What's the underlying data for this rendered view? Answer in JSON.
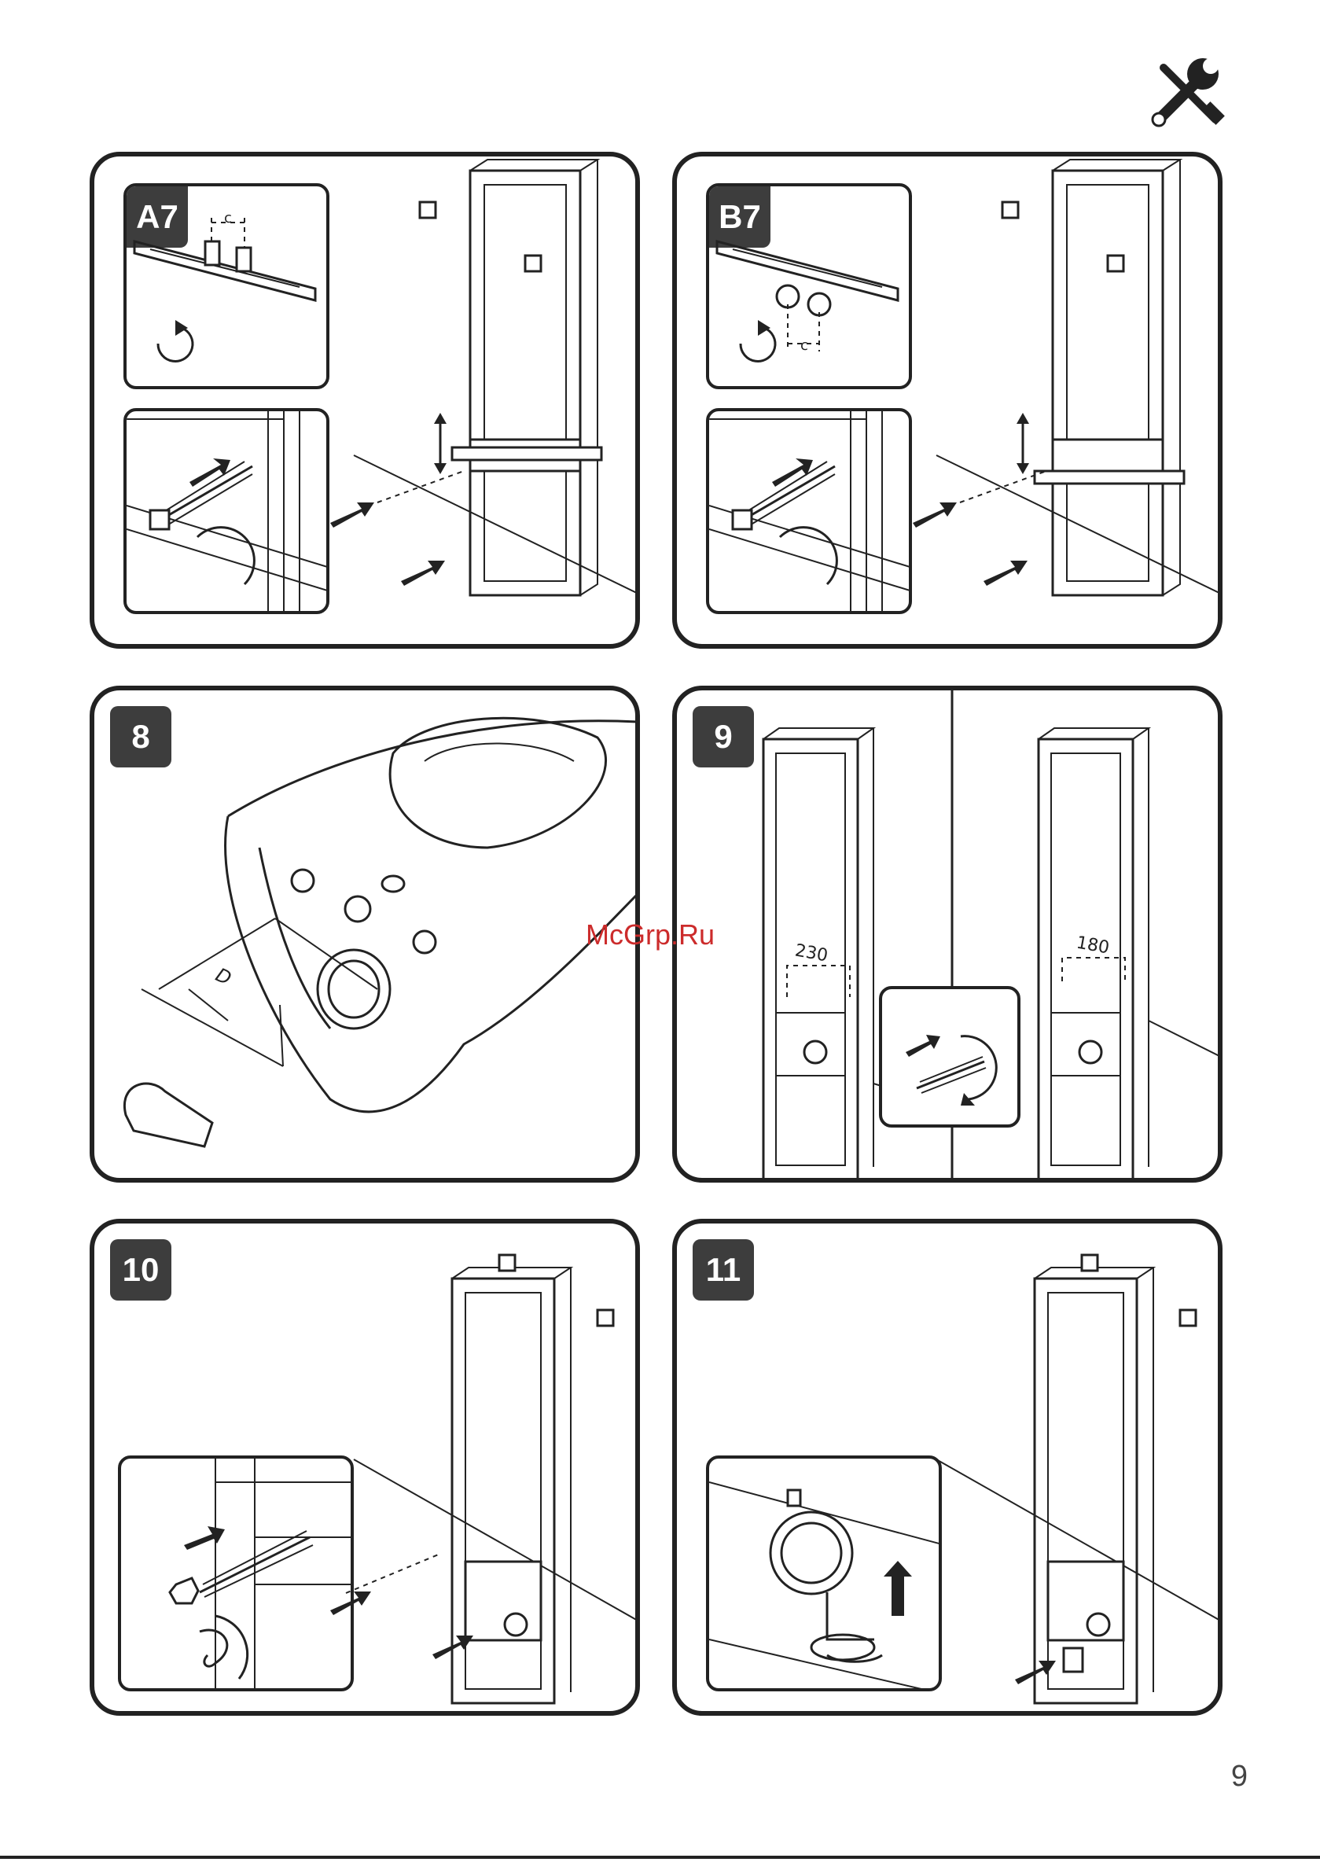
{
  "header": {
    "icon": "tools-icon"
  },
  "steps": [
    {
      "id": "A7",
      "label": "A7",
      "dimension": "c"
    },
    {
      "id": "B7",
      "label": "B7",
      "dimension": "c"
    },
    {
      "id": "8",
      "label": "8",
      "dimension": "D"
    },
    {
      "id": "9",
      "label": "9",
      "dim_left": "230",
      "dim_right": "180"
    },
    {
      "id": "10",
      "label": "10"
    },
    {
      "id": "11",
      "label": "11"
    }
  ],
  "watermark": "McGrp.Ru",
  "page_number": "9"
}
